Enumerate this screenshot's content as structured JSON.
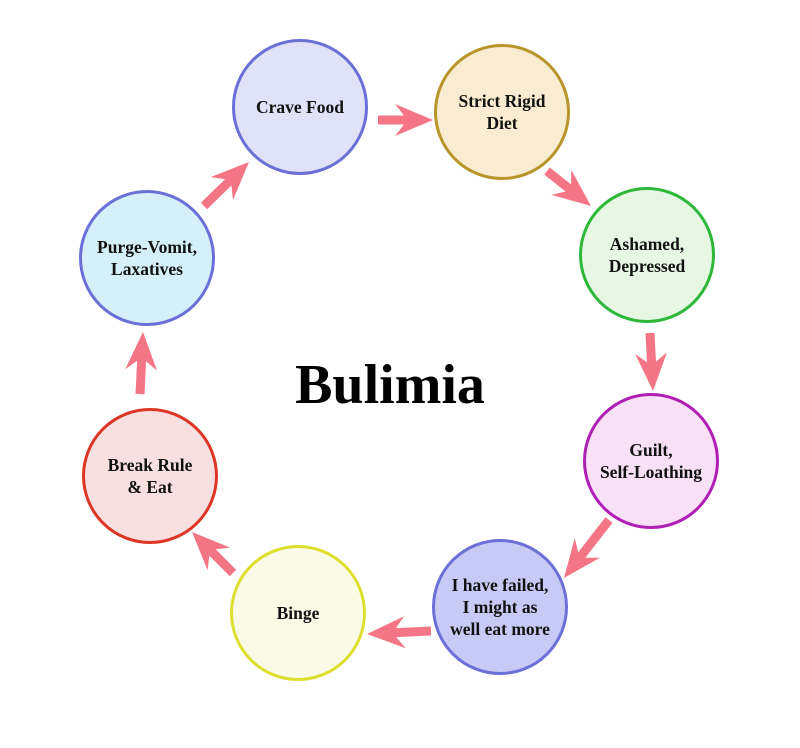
{
  "title": "Bulimia",
  "arrow_color": "#f47686",
  "nodes": [
    {
      "id": "crave-food",
      "label": "Crave Food",
      "fill": "#e0e2f7",
      "stroke": "#6a70d8"
    },
    {
      "id": "strict-rigid-diet",
      "label": "Strict Rigid\nDiet",
      "fill": "#faecd0",
      "stroke": "#b8952a"
    },
    {
      "id": "ashamed-depressed",
      "label": "Ashamed,\nDepressed",
      "fill": "#e6f8e4",
      "stroke": "#2db83a"
    },
    {
      "id": "guilt-self-loathing",
      "label": "Guilt,\nSelf-Loathing",
      "fill": "#f8e0f6",
      "stroke": "#b01fb5"
    },
    {
      "id": "i-have-failed",
      "label": "I have failed,\nI might as\nwell eat more",
      "fill": "#c7caf4",
      "stroke": "#6a70d8"
    },
    {
      "id": "binge",
      "label": "Binge",
      "fill": "#fafae6",
      "stroke": "#dcdf2e"
    },
    {
      "id": "break-rule-eat",
      "label": "Break Rule\n& Eat",
      "fill": "#f8e0e0",
      "stroke": "#dd3526"
    },
    {
      "id": "purge-vomit-laxatives",
      "label": "Purge-Vomit,\nLaxatives",
      "fill": "#d6f0fa",
      "stroke": "#6a70d8"
    }
  ],
  "edges": [
    {
      "from": "crave-food",
      "to": "strict-rigid-diet"
    },
    {
      "from": "strict-rigid-diet",
      "to": "ashamed-depressed"
    },
    {
      "from": "ashamed-depressed",
      "to": "guilt-self-loathing"
    },
    {
      "from": "guilt-self-loathing",
      "to": "i-have-failed"
    },
    {
      "from": "i-have-failed",
      "to": "binge"
    },
    {
      "from": "binge",
      "to": "break-rule-eat"
    },
    {
      "from": "break-rule-eat",
      "to": "purge-vomit-laxatives"
    },
    {
      "from": "purge-vomit-laxatives",
      "to": "crave-food"
    }
  ]
}
